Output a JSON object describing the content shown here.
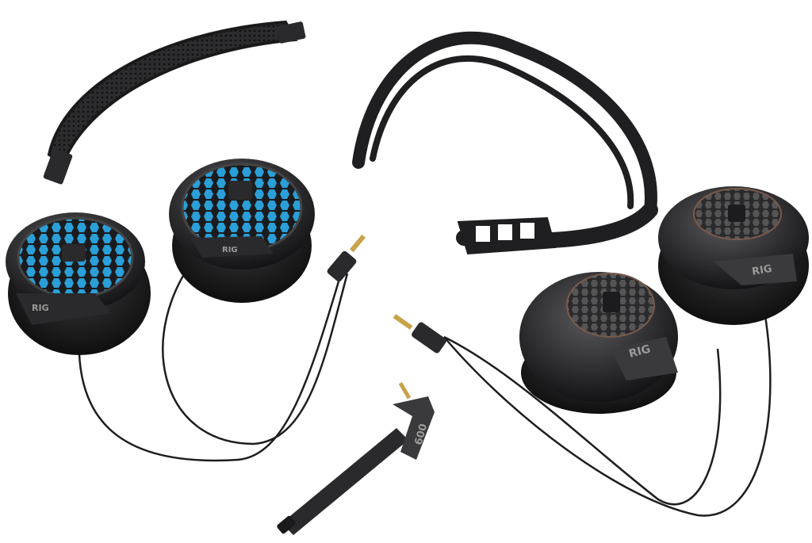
{
  "photo": {
    "subject": "headset-components",
    "brand_logo": "RIG",
    "mic_label": "600",
    "colors": {
      "background": "#ffffff",
      "plastic": "#2a2a2c",
      "plastic_light": "#4a4a4d",
      "grill_accent": "#2a9fd8",
      "cable": "#1e1e1e",
      "plug_gold": "#c9a24a"
    }
  }
}
